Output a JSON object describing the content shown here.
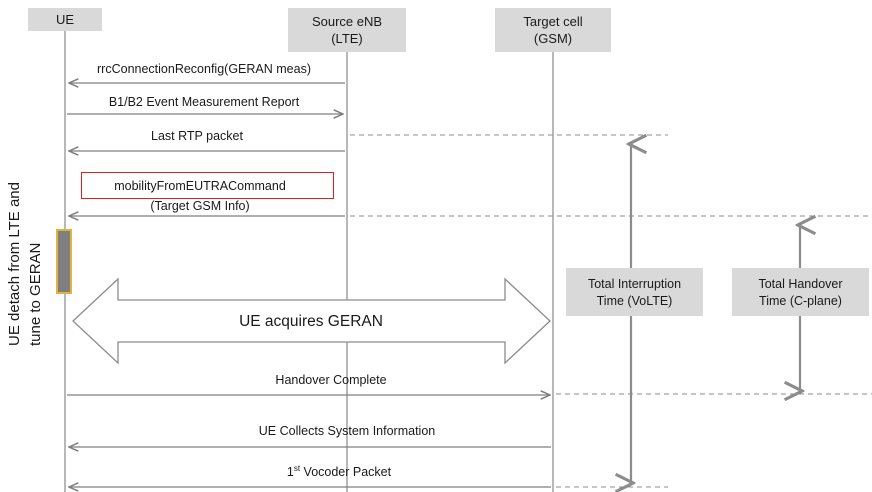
{
  "headers": {
    "ue": "UE",
    "source_line1": "Source eNB",
    "source_line2": "(LTE)",
    "target_line1": "Target cell",
    "target_line2": "(GSM)"
  },
  "messages": {
    "m1": "rrcConnectionReconfig(GERAN meas)",
    "m2": "B1/B2 Event Measurement Report",
    "m3": "Last RTP packet",
    "m4": "mobilityFromEUTRACommand",
    "m4_sub": "(Target GSM Info)",
    "m5": "Handover Complete",
    "m6": "UE Collects System Information",
    "m7_pre": "1",
    "m7_sup": "st",
    "m7_post": " Vocoder Packet"
  },
  "acquire_label": "UE acquires GERAN",
  "side_label": {
    "line1": "UE detach from LTE and",
    "line2": "tune to GERAN"
  },
  "interruption": {
    "line1": "Total Interruption",
    "line2": "Time (VoLTE)"
  },
  "handover": {
    "line1": "Total Handover",
    "line2": "Time (C-plane)"
  },
  "colors": {
    "lifeline": "#a6a6a6",
    "arrow": "#7f7f7f",
    "dashed": "#8c8c8c",
    "header_fill": "#d9d9d9",
    "highlight": "#e02020",
    "activation_fill": "#7f7f7f",
    "activation_border": "#e3b23c"
  }
}
